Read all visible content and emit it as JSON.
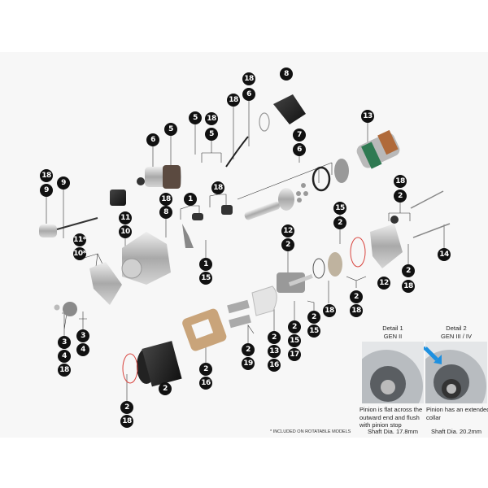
{
  "callouts": [
    "8",
    "18",
    "6",
    "18",
    "18",
    "5",
    "5",
    "6",
    "5",
    "13",
    "7",
    "6",
    "18",
    "9",
    "9",
    "18",
    "8",
    "1",
    "18",
    "18",
    "2",
    "15",
    "2",
    "11",
    "10",
    "11*",
    "10*",
    "12",
    "2",
    "14",
    "1",
    "15",
    "2",
    "18",
    "12",
    "2",
    "18",
    "18",
    "3",
    "4",
    "18",
    "3",
    "4",
    "2",
    "2",
    "18",
    "2",
    "16",
    "2",
    "19",
    "2",
    "13",
    "16",
    "2",
    "15",
    "17",
    "2",
    "15"
  ],
  "footnote": "* INCLUDED ON ROTATABLE MODELS",
  "details": [
    {
      "title": "Detail 1",
      "subtitle": "GEN II",
      "caption": "Pinion is flat across the outward end and flush with pinion stop",
      "shaft": "Shaft Dia. 17.8mm"
    },
    {
      "title": "Detail 2",
      "subtitle": "GEN III / IV",
      "caption": "Pinion has an extended collar",
      "shaft": "Shaft Dia. 20.2mm"
    }
  ],
  "colors": {
    "callout": "#111111",
    "arrow": "#1e90e0",
    "oring": "#d9453f",
    "brush_holder": "#c9a47a"
  }
}
